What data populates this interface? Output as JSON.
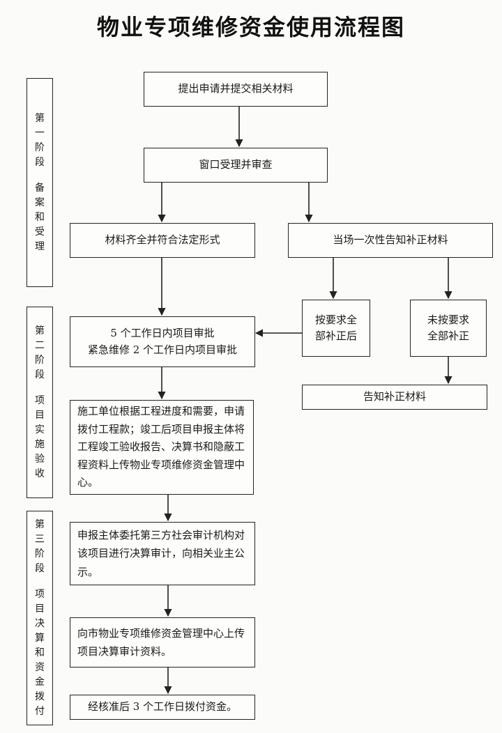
{
  "title": "物业专项维修资金使用流程图",
  "stages": [
    {
      "name": "第一阶段",
      "desc": "备案和受理"
    },
    {
      "name": "第二阶段",
      "desc": "项目实施验收"
    },
    {
      "name": "第三阶段",
      "desc": "项目决算和资金拨付"
    }
  ],
  "boxes": {
    "submit": "提出申请并提交相关材料",
    "window": "窗口受理并审查",
    "complete": "材料齐全并符合法定形式",
    "notify_once": "当场一次性告知补正材料",
    "corrected_line1": "按要求全",
    "corrected_line2": "部补正后",
    "not_corrected_line1": "未按要求",
    "not_corrected_line2": "全部补正",
    "notify": "告知补正材料",
    "approve_line1": "5 个工作日内项目审批",
    "approve_line2": "紧急维修 2 个工作日内项目审批",
    "construction": "施工单位根据工程进度和需要，申请拨付工程款；竣工后项目申报主体将工程竣工验收报告、决算书和隐蔽工程资料上传物业专项维修资金管理中心。",
    "audit": "申报主体委托第三方社会审计机构对该项目进行决算审计，向相关业主公示。",
    "upload": "向市物业专项维修资金管理中心上传项目决算审计资料。",
    "pay": "经核准后 3 个工作日拨付资金。"
  }
}
